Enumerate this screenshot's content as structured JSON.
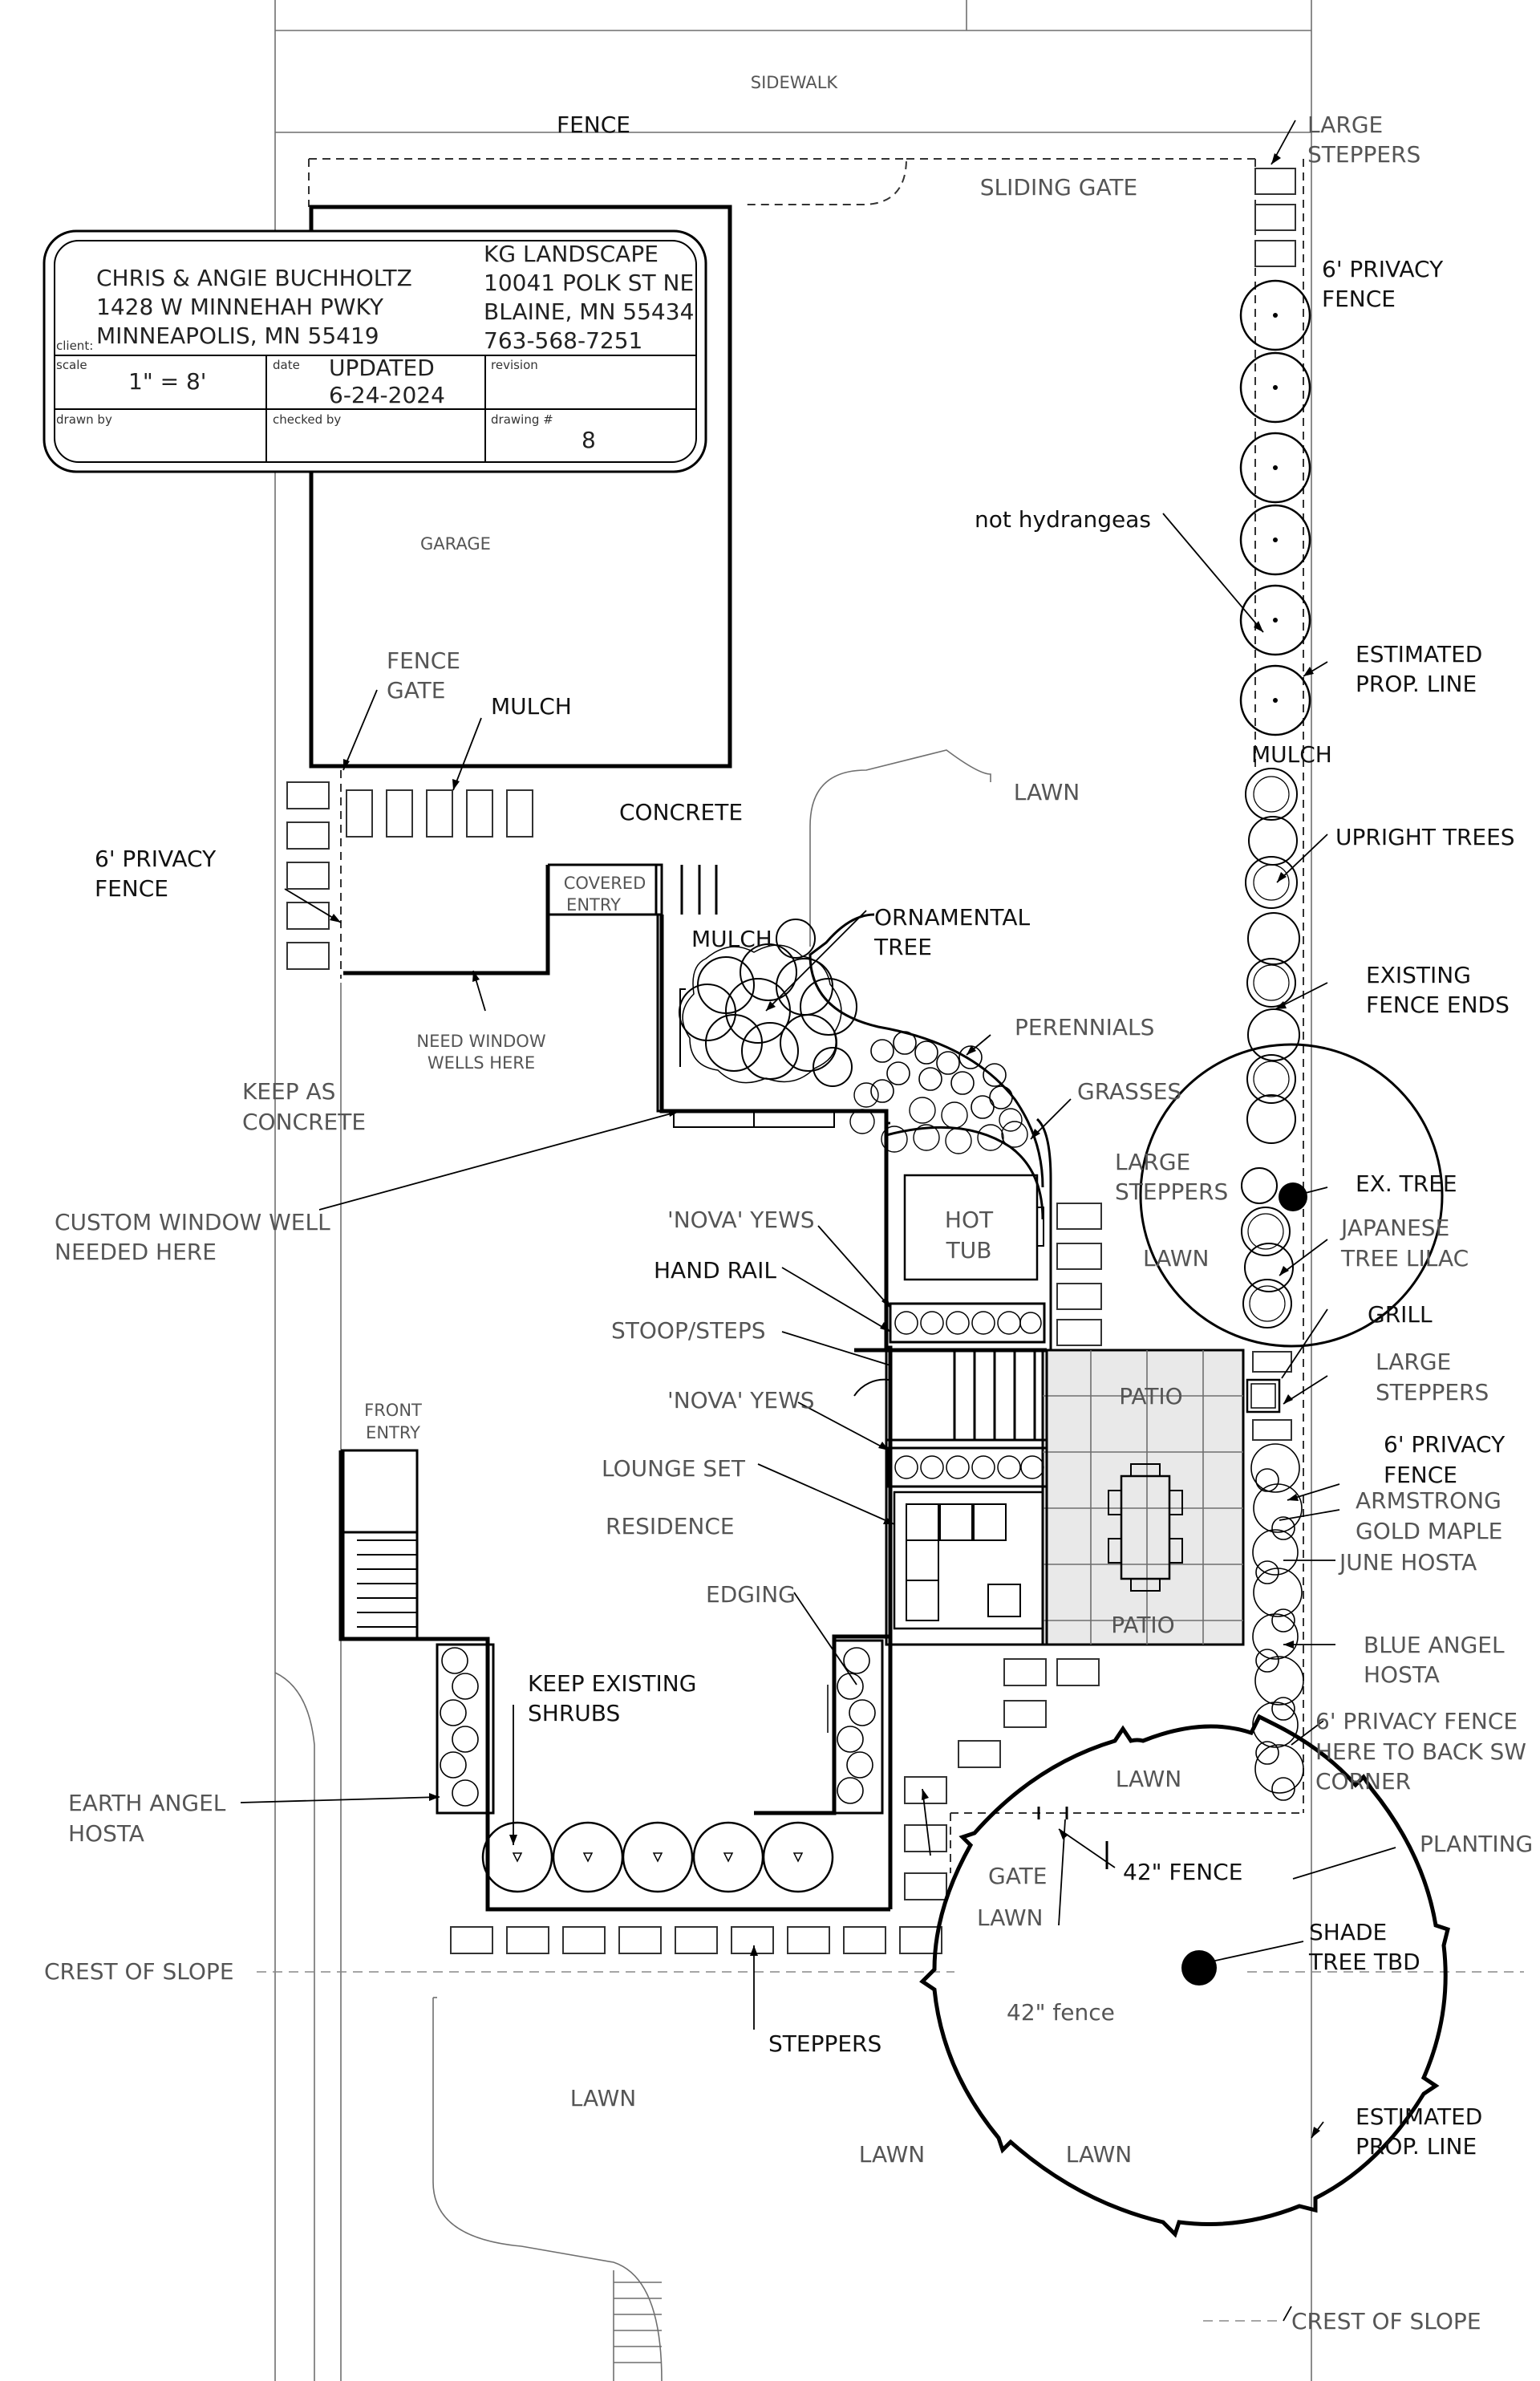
{
  "title_block": {
    "client_line1": "CHRIS & ANGIE BUCHHOLTZ",
    "client_line2": "1428 W MINNEHAH PWKY",
    "client_line3": "MINNEAPOLIS, MN 55419",
    "client_field": "client:",
    "company_line1": "KG LANDSCAPE",
    "company_line2": "10041 POLK ST NE",
    "company_line3": "BLAINE, MN 55434",
    "company_line4": "763-568-7251",
    "scale_field": "scale",
    "scale_value": "1\" = 8'",
    "date_field": "date",
    "date_value1": "UPDATED",
    "date_value2": "6-24-2024",
    "revision_field": "revision",
    "drawn_by_field": "drawn by",
    "checked_by_field": "checked by",
    "drawing_field": "drawing #",
    "drawing_value": "8"
  },
  "labels": {
    "sidewalk": "SIDEWALK",
    "fence_top": "FENCE",
    "sliding_gate": "SLIDING GATE",
    "large_steppers_1a": "LARGE",
    "large_steppers_1b": "STEPPERS",
    "privacy_fence_1a": "6' PRIVACY",
    "privacy_fence_1b": "FENCE",
    "not_hydrangeas": "not hydrangeas",
    "estimated_prop_line_1a": "ESTIMATED",
    "estimated_prop_line_1b": "PROP. LINE",
    "garage": "GARAGE",
    "fence_gate_a": "FENCE",
    "fence_gate_b": "GATE",
    "mulch_1": "MULCH",
    "mulch_2": "MULCH",
    "mulch_3": "MULCH",
    "concrete": "CONCRETE",
    "covered_entry_a": "COVERED",
    "covered_entry_b": "ENTRY",
    "privacy_fence_2a": "6' PRIVACY",
    "privacy_fence_2b": "FENCE",
    "lawn_1": "LAWN",
    "upright_trees": "UPRIGHT TREES",
    "ornamental_tree_a": "ORNAMENTAL",
    "ornamental_tree_b": "TREE",
    "existing_fence_ends_a": "EXISTING",
    "existing_fence_ends_b": "FENCE ENDS",
    "need_window_wells_a": "NEED WINDOW",
    "need_window_wells_b": "WELLS HERE",
    "perennials": "PERENNIALS",
    "keep_as_concrete_a": "KEEP AS",
    "keep_as_concrete_b": "CONCRETE",
    "grasses": "GRASSES",
    "large_steppers_2a": "LARGE",
    "large_steppers_2b": "STEPPERS",
    "ex_tree": "EX. TREE",
    "custom_window_well_a": "CUSTOM WINDOW WELL",
    "custom_window_well_b": "NEEDED HERE",
    "nova_yews_1": "'NOVA' YEWS",
    "hot_tub_a": "HOT",
    "hot_tub_b": "TUB",
    "lawn_2": "LAWN",
    "japanese_tree_lilac_a": "JAPANESE",
    "japanese_tree_lilac_b": "TREE LILAC",
    "hand_rail": "HAND RAIL",
    "grill": "GRILL",
    "stoop_steps": "STOOP/STEPS",
    "large_steppers_3a": "LARGE",
    "large_steppers_3b": "STEPPERS",
    "patio_1": "PATIO",
    "nova_yews_2": "'NOVA' YEWS",
    "privacy_fence_3a": "6' PRIVACY",
    "privacy_fence_3b": "FENCE",
    "front_entry_a": "FRONT",
    "front_entry_b": "ENTRY",
    "lounge_set": "LOUNGE SET",
    "armstrong_gold_maple_a": "ARMSTRONG",
    "armstrong_gold_maple_b": "GOLD MAPLE",
    "residence": "RESIDENCE",
    "june_hosta": "JUNE HOSTA",
    "edging": "EDGING",
    "patio_2": "PATIO",
    "blue_angel_hosta_a": "BLUE ANGEL",
    "blue_angel_hosta_b": "HOSTA",
    "keep_existing_shrubs_a": "KEEP EXISTING",
    "keep_existing_shrubs_b": "SHRUBS",
    "privacy_fence_4a": "6' PRIVACY FENCE",
    "privacy_fence_4b": "HERE TO BACK SW",
    "privacy_fence_4c": "CORNER",
    "lawn_3": "LAWN",
    "earth_angel_hosta_a": "EARTH ANGEL",
    "earth_angel_hosta_b": "HOSTA",
    "planting": "PLANTING",
    "gate": "GATE",
    "fence_42": "42\" FENCE",
    "lawn_4": "LAWN",
    "shade_tree_a": "SHADE",
    "shade_tree_b": "TREE TBD",
    "crest_of_slope_1": "CREST OF SLOPE",
    "fence_42_lower": "42\" fence",
    "steppers": "STEPPERS",
    "lawn_5": "LAWN",
    "estimated_prop_line_2a": "ESTIMATED",
    "estimated_prop_line_2b": "PROP. LINE",
    "lawn_6": "LAWN",
    "lawn_7": "LAWN",
    "crest_of_slope_2": "CREST OF SLOPE"
  }
}
